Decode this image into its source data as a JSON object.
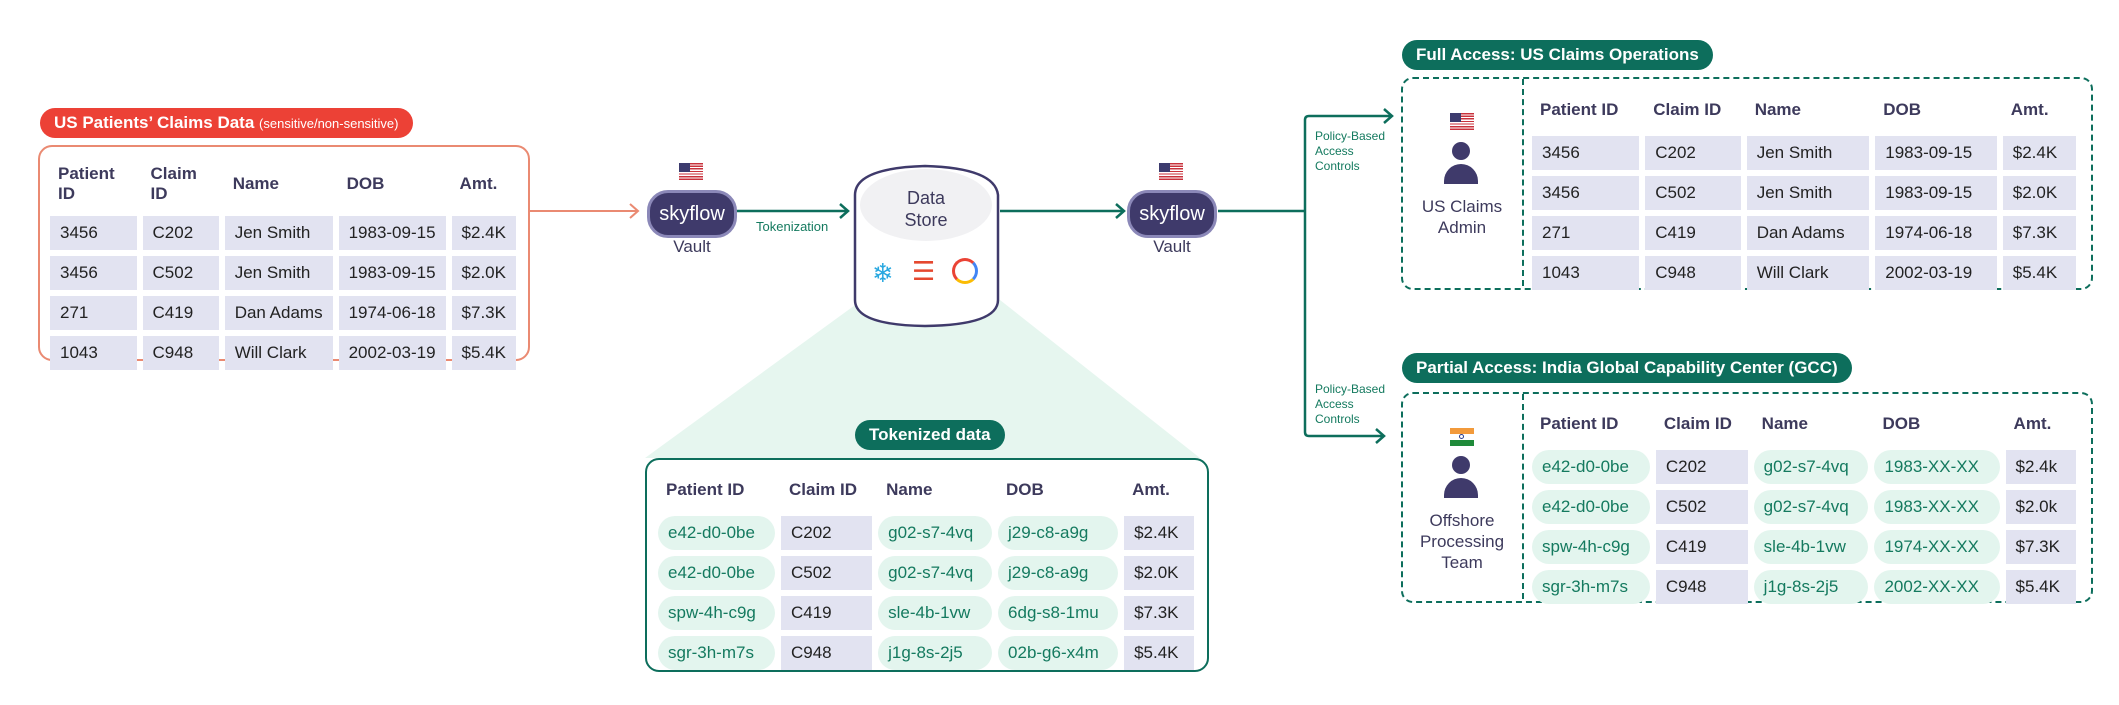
{
  "source": {
    "title": "US Patients’ Claims Data",
    "subtitle": "(sensitive/non-sensitive)",
    "columns": [
      "Patient ID",
      "Claim ID",
      "Name",
      "DOB",
      "Amt."
    ],
    "rows": [
      [
        "3456",
        "C202",
        "Jen Smith",
        "1983-09-15",
        "$2.4K"
      ],
      [
        "3456",
        "C502",
        "Jen Smith",
        "1983-09-15",
        "$2.0K"
      ],
      [
        "271",
        "C419",
        "Dan Adams",
        "1974-06-18",
        "$7.3K"
      ],
      [
        "1043",
        "C948",
        "Will Clark",
        "2002-03-19",
        "$5.4K"
      ]
    ]
  },
  "vault1": {
    "logo": "skyflow",
    "label": "Vault",
    "flag": "us-flag"
  },
  "tokenization_label": "Tokenization",
  "store": {
    "line1": "Data",
    "line2": "Store",
    "icons": [
      "snowflake-icon",
      "databricks-icon",
      "bigquery-icon"
    ]
  },
  "vault2": {
    "logo": "skyflow",
    "label": "Vault",
    "flag": "us-flag"
  },
  "tokenized": {
    "title": "Tokenized data",
    "columns": [
      "Patient ID",
      "Claim ID",
      "Name",
      "DOB",
      "Amt."
    ],
    "rows": [
      [
        "e42-d0-0be",
        "C202",
        "g02-s7-4vq",
        "j29-c8-a9g",
        "$2.4K"
      ],
      [
        "e42-d0-0be",
        "C502",
        "g02-s7-4vq",
        "j29-c8-a9g",
        "$2.0K"
      ],
      [
        "spw-4h-c9g",
        "C419",
        "sle-4b-1vw",
        "6dg-s8-1mu",
        "$7.3K"
      ],
      [
        "sgr-3h-m7s",
        "C948",
        "j1g-8s-2j5",
        "02b-g6-x4m",
        "$5.4K"
      ]
    ],
    "tokenized_cols": [
      0,
      2,
      3
    ]
  },
  "policy_label": [
    "Policy-Based",
    "Access",
    "Controls"
  ],
  "full": {
    "title": "Full Access: US Claims Operations",
    "role": [
      "US Claims",
      "Admin"
    ],
    "columns": [
      "Patient ID",
      "Claim ID",
      "Name",
      "DOB",
      "Amt."
    ],
    "rows": [
      [
        "3456",
        "C202",
        "Jen Smith",
        "1983-09-15",
        "$2.4K"
      ],
      [
        "3456",
        "C502",
        "Jen Smith",
        "1983-09-15",
        "$2.0K"
      ],
      [
        "271",
        "C419",
        "Dan Adams",
        "1974-06-18",
        "$7.3K"
      ],
      [
        "1043",
        "C948",
        "Will Clark",
        "2002-03-19",
        "$5.4K"
      ]
    ],
    "tokenized_cols": []
  },
  "partial": {
    "title": "Partial Access: India Global Capability Center (GCC)",
    "role": [
      "Offshore",
      "Processing",
      "Team"
    ],
    "columns": [
      "Patient ID",
      "Claim ID",
      "Name",
      "DOB",
      "Amt."
    ],
    "rows": [
      [
        "e42-d0-0be",
        "C202",
        "g02-s7-4vq",
        "1983-XX-XX",
        "$2.4k"
      ],
      [
        "e42-d0-0be",
        "C502",
        "g02-s7-4vq",
        "1983-XX-XX",
        "$2.0k"
      ],
      [
        "spw-4h-c9g",
        "C419",
        "sle-4b-1vw",
        "1974-XX-XX",
        "$7.3K"
      ],
      [
        "sgr-3h-m7s",
        "C948",
        "j1g-8s-2j5",
        "2002-XX-XX",
        "$5.4K"
      ]
    ],
    "tokenized_cols": [
      0,
      2,
      3
    ]
  },
  "colors": {
    "red": "#ec4136",
    "green": "#0d6e5c",
    "navy": "#3f3a6b",
    "cell": "#e2e3f1",
    "token_cell": "#e3f5ee"
  }
}
